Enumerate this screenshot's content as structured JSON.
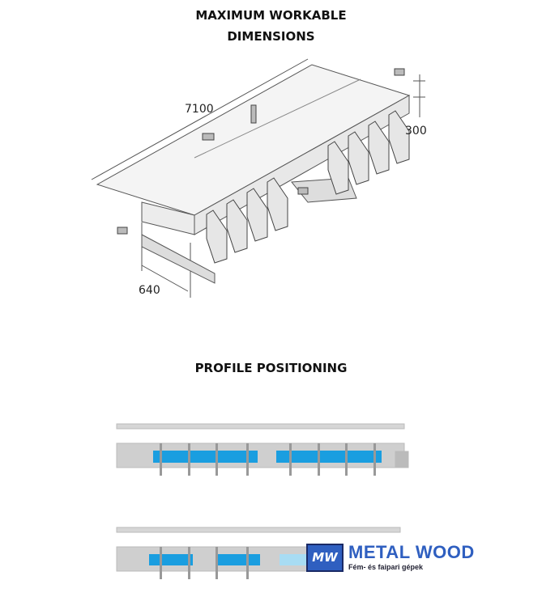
{
  "sections": {
    "dimensions": {
      "title_line1": "MAXIMUM WORKABLE",
      "title_line2": "DIMENSIONS",
      "length": "7100",
      "height": "300",
      "width": "640"
    },
    "profile": {
      "title": "PROFILE POSITIONING"
    }
  },
  "logo": {
    "mark": "MW",
    "name": "METAL WOOD",
    "tagline": "Fém- és faipari gépek"
  },
  "colors": {
    "profile_blue": "#1a9ee0",
    "profile_light": "#a8dcf3",
    "logo_blue": "#2f5fc0"
  }
}
